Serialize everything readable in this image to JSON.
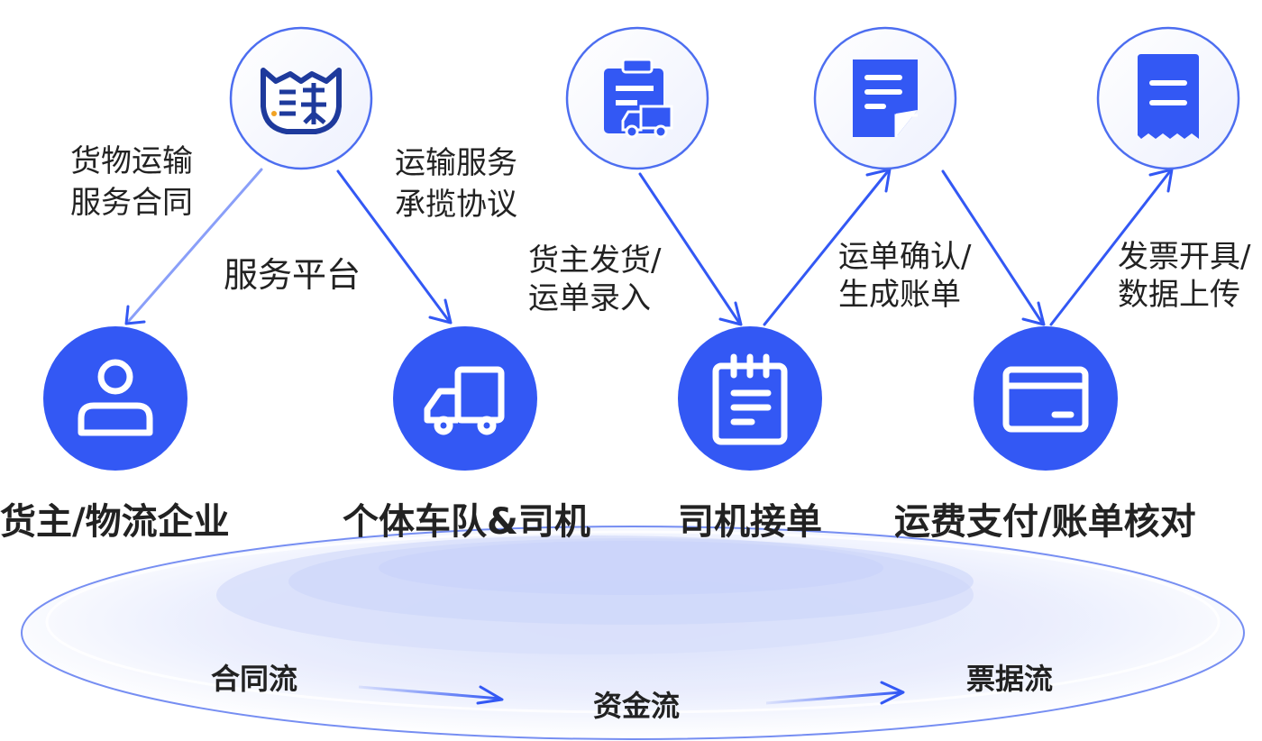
{
  "colors": {
    "accent": "#3358f4",
    "outline_ring": "#4d6ef0",
    "ellipse_fill": "#e6eafc",
    "text": "#222222"
  },
  "top_icons": [
    {
      "name": "platform-logo-icon"
    },
    {
      "name": "clipboard-truck-icon"
    },
    {
      "name": "document-icon"
    },
    {
      "name": "receipt-icon"
    }
  ],
  "nodes": [
    {
      "label": "货主/物流企业",
      "icon": "user-icon"
    },
    {
      "label": "个体车队&司机",
      "icon": "truck-icon"
    },
    {
      "label": "司机接单",
      "icon": "notepad-icon"
    },
    {
      "label": "运费支付/账单核对",
      "icon": "card-icon"
    }
  ],
  "edge_labels": {
    "contract": [
      "货物运输",
      "服务合同"
    ],
    "platform": "服务平台",
    "agreement": [
      "运输服务",
      "承揽协议"
    ],
    "shipping": [
      "货主发货/",
      "运单录入"
    ],
    "confirm": [
      "运单确认/",
      "生成账单"
    ],
    "invoice": [
      "发票开具/",
      "数据上传"
    ]
  },
  "flows": {
    "contract_flow": "合同流",
    "fund_flow": "资金流",
    "invoice_flow": "票据流"
  }
}
